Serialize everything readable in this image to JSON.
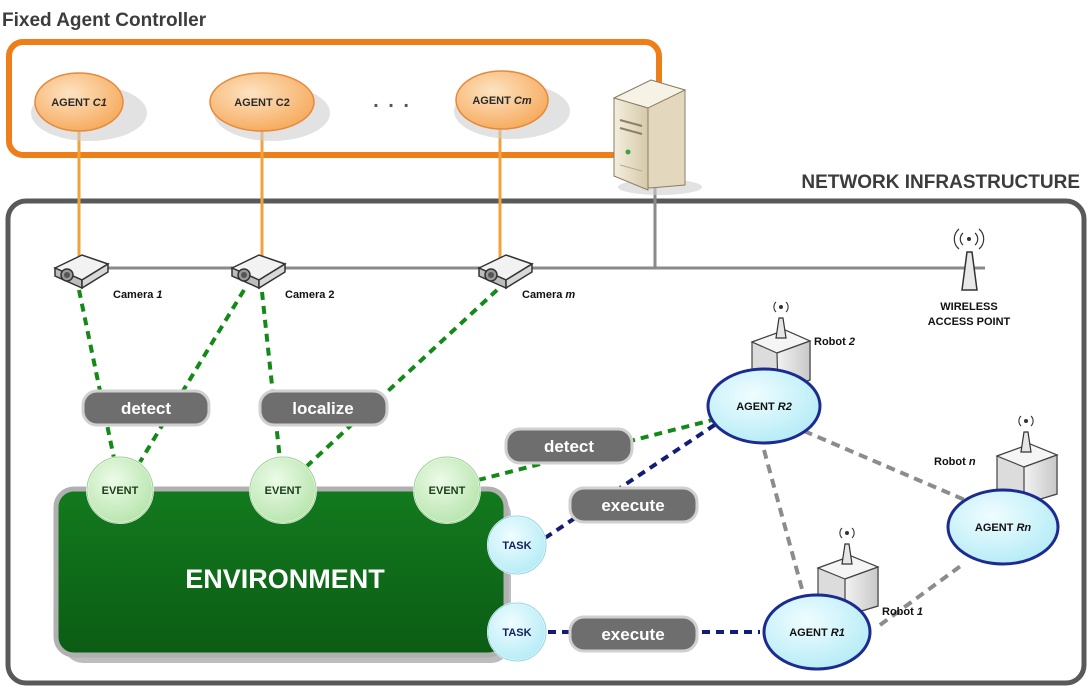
{
  "titles": {
    "fixed_agent_controller": "Fixed Agent Controller",
    "network_infrastructure": "NETWORK INFRASTRUCTURE"
  },
  "agents_fixed": {
    "c1_prefix": "AGENT ",
    "c1_suffix": "C1",
    "c2_prefix": "AGENT ",
    "c2_suffix": "C2",
    "cm_prefix": "AGENT ",
    "cm_suffix": "Cm",
    "ellipsis": ". . ."
  },
  "cameras": {
    "cam1_prefix": "Camera ",
    "cam1_suffix": "1",
    "cam2_label": "Camera 2",
    "camm_prefix": "Camera ",
    "camm_suffix": "m"
  },
  "wireless": {
    "line1": "WIRELESS",
    "line2": "ACCESS POINT"
  },
  "actions": {
    "detect_1": "detect",
    "localize": "localize",
    "detect_2": "detect",
    "execute_1": "execute",
    "execute_2": "execute"
  },
  "environment": {
    "label": "ENVIRONMENT",
    "event_1": "EVENT",
    "event_2": "EVENT",
    "event_3": "EVENT",
    "task_1": "TASK",
    "task_2": "TASK"
  },
  "robots": {
    "r2_label_prefix": "Robot ",
    "r2_label_suffix": "2",
    "rn_label_prefix": "Robot ",
    "rn_label_suffix": "n",
    "r1_label_prefix": "Robot ",
    "r1_label_suffix": "1",
    "agent_r2_prefix": "AGENT ",
    "agent_r2_suffix": "R2",
    "agent_rn_prefix": "AGENT ",
    "agent_rn_suffix": "Rn",
    "agent_r1_prefix": "AGENT ",
    "agent_r1_suffix": "R1"
  },
  "colors": {
    "controller_border": "#ee7e1a",
    "agent_fill": "#fbbf7c",
    "network_border": "#595959",
    "environment_fill": "#0f6e1a",
    "event_fill": "#c9eec1",
    "robot_agent_fill": "#c6f2fb",
    "robot_agent_border": "#1c2b8f",
    "action_fill": "#6e6e6e",
    "green_link": "#138a17",
    "navy_link": "#141d74",
    "gray_link": "#8c8c8c"
  }
}
